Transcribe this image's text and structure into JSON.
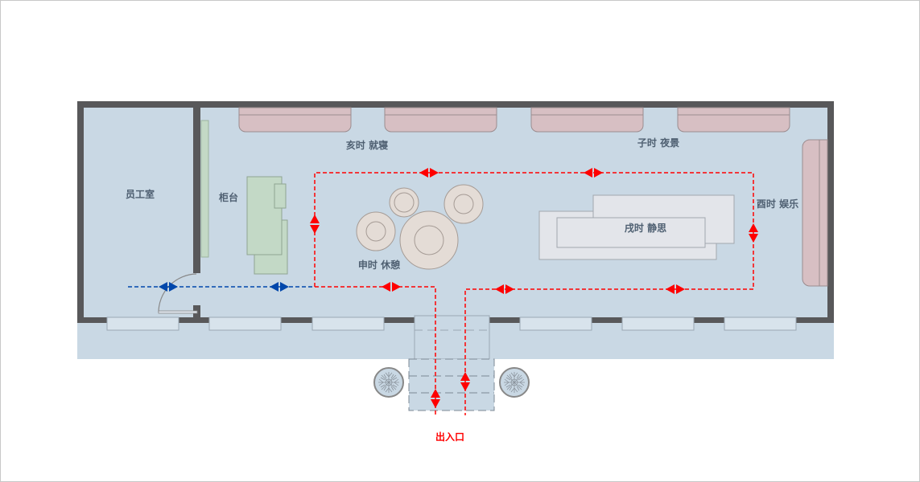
{
  "diagram": {
    "type": "floor-plan",
    "rooms": {
      "staff_room": "员工室",
      "counter": "柜台"
    },
    "zones": {
      "hai_sleep": "亥时 就寝",
      "zi_night": "子时 夜景",
      "you_entertainment": "酉时 娱乐",
      "xu_meditation": "戌时 静思",
      "shen_rest": "申时 休憩"
    },
    "entrance": "出入口",
    "colors": {
      "wall": "#58585a",
      "floor": "#c9d8e4",
      "sofa": "#d7bfc3",
      "counter": "#c3d9c6",
      "table": "#e4dcd6",
      "bed": "#e3e5ea",
      "route_guest": "#ff0000",
      "route_staff": "#0047ab",
      "label_text": "#4f6072"
    }
  }
}
